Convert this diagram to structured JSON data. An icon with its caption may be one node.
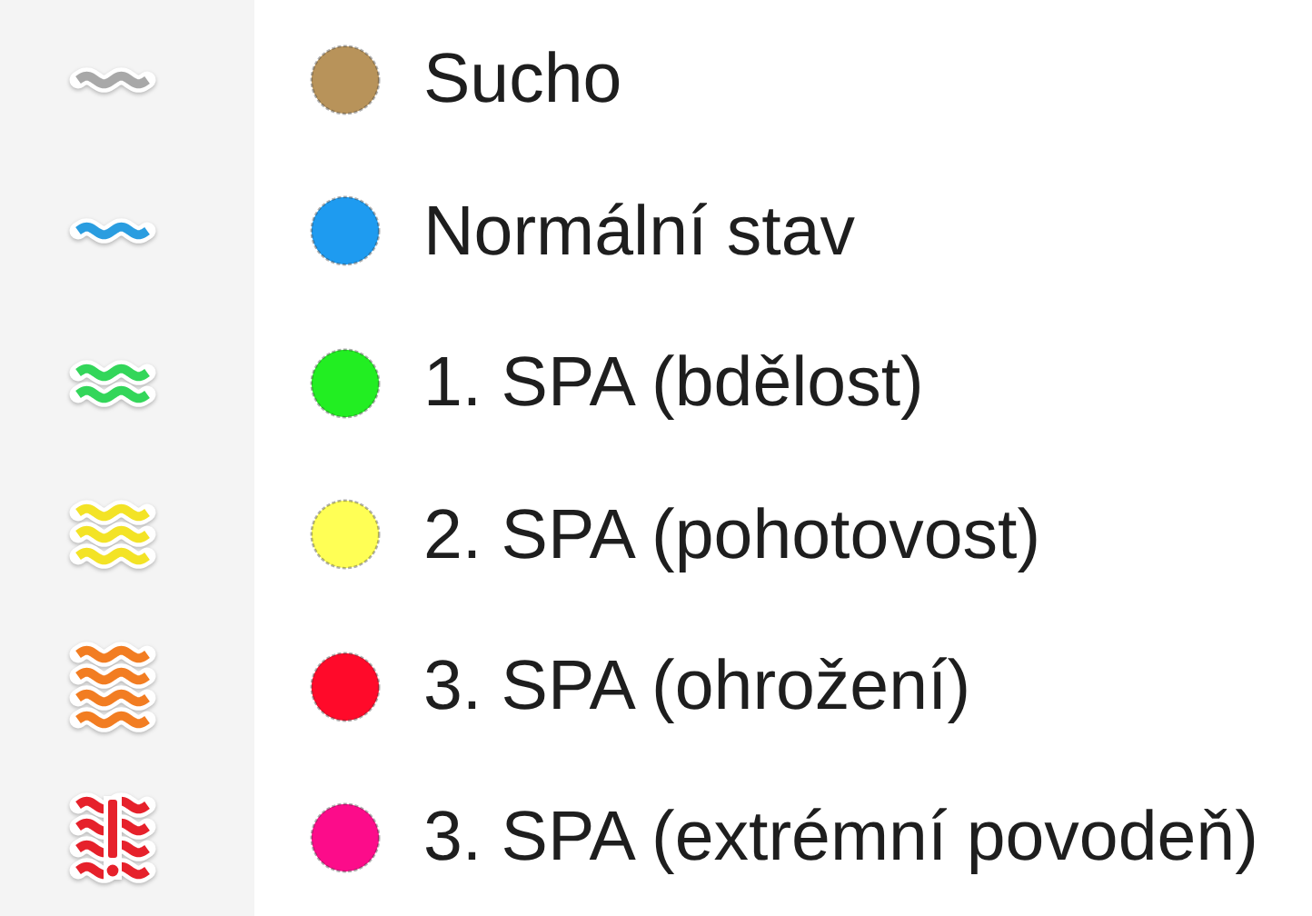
{
  "diagram": {
    "legend": [
      {
        "text": "Sucho",
        "color": "#b8935a"
      },
      {
        "text": "Normální stav",
        "color": "#1e9bf0"
      },
      {
        "text": "1. SPA (bdělost)",
        "color": "#22ee22"
      },
      {
        "text": "2. SPA (pohotovost)",
        "color": "#ffff55"
      },
      {
        "text": "3. SPA (ohrožení)",
        "color": "#ff0a2a"
      },
      {
        "text": "3. SPA (extrémní povodeň)",
        "color": "#fc0c8a"
      }
    ]
  }
}
